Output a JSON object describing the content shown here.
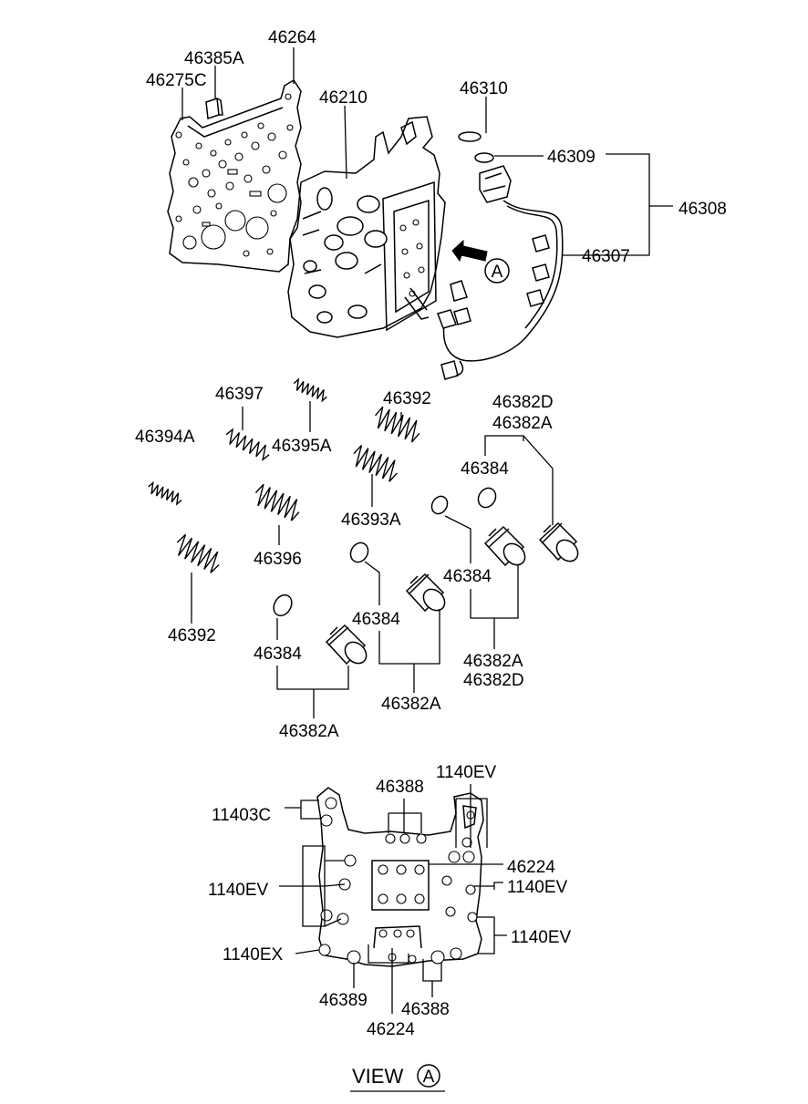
{
  "labels": {
    "p46264": "46264",
    "p46385A": "46385A",
    "p46275C": "46275C",
    "p46210": "46210",
    "p46310": "46310",
    "p46309": "46309",
    "p46308": "46308",
    "p46307": "46307",
    "p46397": "46397",
    "p46392_top": "46392",
    "p46382D_top": "46382D",
    "p46382A_top": "46382A",
    "p46394A": "46394A",
    "p46395A": "46395A",
    "p46384_a": "46384",
    "p46393A": "46393A",
    "p46396": "46396",
    "p46384_b": "46384",
    "p46392_bot": "46392",
    "p46384_c": "46384",
    "p46382A_mid": "46382A",
    "p46382D_mid": "46382D",
    "p46384_d": "46384",
    "p46382A_low": "46382A",
    "p46382A_bot": "46382A",
    "p46388_top": "46388",
    "p1140EV_tr": "1140EV",
    "p11403C": "11403C",
    "p46224_r": "46224",
    "p1140EV_l": "1140EV",
    "p1140EV_r1": "1140EV",
    "p1140EV_r2": "1140EV",
    "p1140EX": "1140EX",
    "p46389": "46389",
    "p46388_bot": "46388",
    "p46224_bot": "46224"
  },
  "callout_letter": "A",
  "view_caption": "VIEW"
}
